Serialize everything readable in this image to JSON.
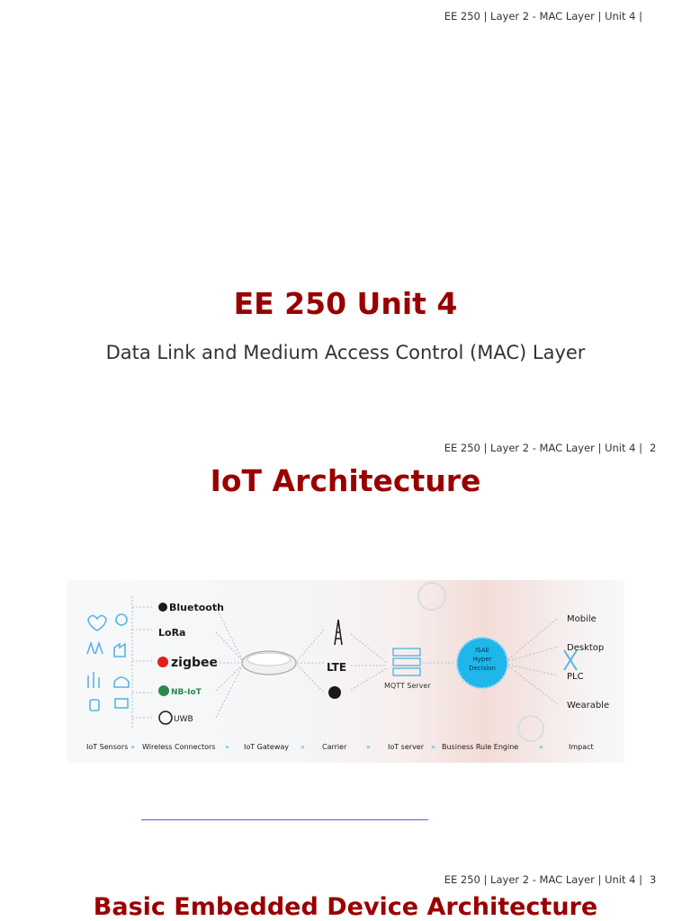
{
  "pages": [
    {
      "header": "EE 250 | Layer 2 - MAC Layer | Unit 4 |",
      "page_number": ""
    },
    {
      "header": "EE 250 | Layer 2 - MAC Layer | Unit 4 |",
      "page_number": "2"
    },
    {
      "header": "EE 250 | Layer 2 - MAC Layer | Unit 4 |",
      "page_number": "3"
    }
  ],
  "slide1": {
    "title": "EE 250 Unit 4",
    "subtitle": "Data Link and Medium Access Control (MAC) Layer"
  },
  "slide2": {
    "title": "IoT Architecture"
  },
  "slide3": {
    "title": "Basic Embedded Device Architecture"
  },
  "diagram": {
    "connectors": [
      "Bluetooth",
      "LoRa",
      "zigbee",
      "NB-IoT",
      "UWB"
    ],
    "carriers": [
      "LTE"
    ],
    "server_label": "MQTT Server",
    "decision_lines": [
      "ISAE",
      "Hyper",
      "Decision"
    ],
    "impacts": [
      "Mobile",
      "Desktop",
      "PLC",
      "Wearable"
    ],
    "stages": [
      "IoT Sensors",
      "Wireless Connectors",
      "IoT Gateway",
      "Carrier",
      "IoT server",
      "Business Rule Engine",
      "Impact"
    ],
    "colors": {
      "icon": "#5bb4e0",
      "decision": "#1fb6ec",
      "title": "#990000"
    }
  }
}
